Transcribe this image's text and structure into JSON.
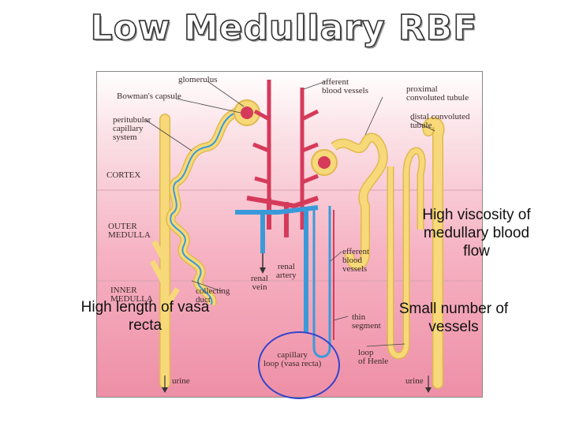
{
  "title": "Low Medullary RBF",
  "diagram": {
    "labels": {
      "glomerulus": "glomerulus",
      "bowmans_capsule": "Bowman's capsule",
      "peritubular": "peritubular\ncapillary\nsystem",
      "afferent": "afferent\nblood vessels",
      "proximal": "proximal\nconvoluted tubule",
      "distal": "distal convoluted\ntubule",
      "cortex": "CORTEX",
      "outer_medulla": "OUTER\nMEDULLA",
      "inner_medulla": "INNER\nMEDULLA",
      "collecting_duct": "collecting\nduct",
      "renal_vein": "renal\nvein",
      "renal_artery": "renal\nartery",
      "efferent": "efferent\nblood\nvessels",
      "thin_segment": "thin\nsegment",
      "capillary_loop": "capillary\nloop (vasa recta)",
      "loop_henle": "loop\nof Henle",
      "urine_left": "urine",
      "urine_right": "urine"
    },
    "colors": {
      "tubule": "#f7d97a",
      "vein": "#3a9ad9",
      "artery": "#d63a5a",
      "highlight_circle": "#3344cc"
    }
  },
  "callouts": {
    "high_viscosity": "High viscosity of\nmedullary blood\nflow",
    "high_length": "High length of vasa\nrecta",
    "small_number": "Small number of\nvessels"
  }
}
